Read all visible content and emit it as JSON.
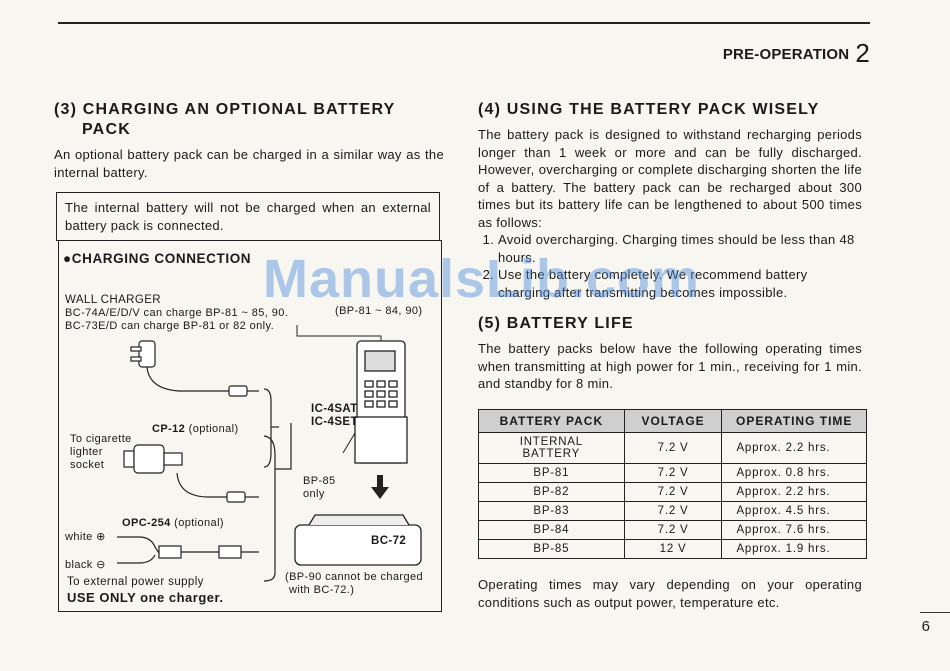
{
  "header": {
    "section_title": "PRE-OPERATION",
    "chapter_num": "2"
  },
  "left": {
    "heading_line1": "(3) CHARGING AN OPTIONAL BATTERY",
    "heading_line2": "PACK",
    "intro": "An optional battery pack can be charged in a similar way as the internal battery.",
    "note": "The internal battery will not be charged when an external battery pack is connected.",
    "diagram": {
      "title": "●CHARGING CONNECTION",
      "wall_charger": "WALL CHARGER",
      "bc74": "BC-74A/E/D/V can charge BP-81 ~ 85, 90.",
      "bc73": "BC-73E/D can charge BP-81 or 82 only.",
      "bp_label": "(BP-81 ~ 84, 90)",
      "cp12_name": "CP-12",
      "cp12_opt": "(optional)",
      "cig1": "To cigarette",
      "cig2": "lighter",
      "cig3": "socket",
      "radio1": "IC-4SAT",
      "radio2": "IC-4SET",
      "bp85_1": "BP-85",
      "bp85_2": "only",
      "opc_name": "OPC-254",
      "opc_opt": "(optional)",
      "white": "white",
      "black": "black",
      "ext_power": "To external power supply",
      "use_only": "USE ONLY one charger.",
      "bc72": "BC-72",
      "bp90_1": "(BP-90 cannot be charged",
      "bp90_2": "with BC-72.)"
    }
  },
  "right": {
    "heading4": "(4) USING THE BATTERY PACK WISELY",
    "para4": "The battery pack is designed to withstand recharging periods longer than 1 week or more and can be fully discharged. However, overcharging or complete discharging shorten the life of a battery. The battery pack can be recharged about 300 times but its battery life can be lengthened to about 500 times as follows:",
    "item1": "Avoid overcharging. Charging times should be less than 48 hours.",
    "item2": "Use the battery completely. We recommend battery charging after transmitting becomes impossible.",
    "heading5": "(5) BATTERY LIFE",
    "para5": "The battery packs below have the following operating times when transmitting at high power for 1 min., receiving for 1 min. and standby for 8 min.",
    "table": {
      "headers": [
        "BATTERY PACK",
        "VOLTAGE",
        "OPERATING TIME"
      ],
      "rows": [
        [
          "INTERNAL BATTERY",
          "7.2 V",
          "Approx. 2.2 hrs."
        ],
        [
          "BP-81",
          "7.2 V",
          "Approx. 0.8 hrs."
        ],
        [
          "BP-82",
          "7.2 V",
          "Approx. 2.2 hrs."
        ],
        [
          "BP-83",
          "7.2 V",
          "Approx. 4.5 hrs."
        ],
        [
          "BP-84",
          "7.2 V",
          "Approx. 7.6 hrs."
        ],
        [
          "BP-85",
          "12 V",
          "Approx. 1.9 hrs."
        ]
      ]
    },
    "footer": "Operating times may vary depending on your operating conditions such as output power, temperature etc."
  },
  "watermark": "ManualsLib.com",
  "page_number": "6"
}
